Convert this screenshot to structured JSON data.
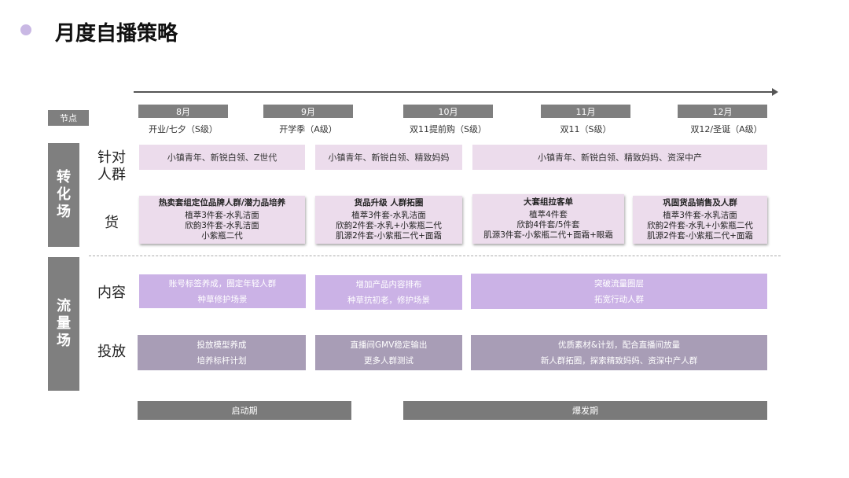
{
  "title": "月度自播策略",
  "timeline": {
    "node_label": "节点",
    "months": [
      {
        "month": "8月",
        "period": "开业/七夕（S级）"
      },
      {
        "month": "9月",
        "period": "开学季（A级）"
      },
      {
        "month": "10月",
        "period": "双11提前购（S级）"
      },
      {
        "month": "11月",
        "period": "双11（S级）"
      },
      {
        "month": "12月",
        "period": "双12/圣诞（A级）"
      }
    ]
  },
  "conversion": {
    "label": "转化场",
    "crowd_label": "针对人群",
    "goods_label": "货",
    "crowd": [
      "小镇青年、新锐白领、Z世代",
      "小镇青年、新锐白领、精致妈妈",
      "小镇青年、新锐白领、精致妈妈、资深中产"
    ],
    "goods": [
      {
        "title": "热卖套组定位品牌人群/潜力品培养",
        "lines": [
          "植萃3件套-水乳洁面",
          "欣韵3件套-水乳洁面",
          "小紫瓶二代"
        ]
      },
      {
        "title": "货品升级 人群拓圈",
        "lines": [
          "植萃3件套-水乳洁面",
          "欣韵2件套-水乳+小紫瓶二代",
          "肌源2件套-小紫瓶二代+面霜"
        ]
      },
      {
        "title": "大套组拉客单",
        "lines": [
          "植萃4件套",
          "欣韵4件套/5件套",
          "肌源3件套-小紫瓶二代+面霜+眼霜"
        ]
      },
      {
        "title": "巩固货品销售及人群",
        "lines": [
          "植萃3件套-水乳洁面",
          "欣韵2件套-水乳+小紫瓶二代",
          "肌源2件套-小紫瓶二代+面霜"
        ]
      }
    ]
  },
  "traffic": {
    "label": "流量场",
    "content_label": "内容",
    "ads_label": "投放",
    "content": [
      [
        "账号标签养成，圈定年轻人群",
        "种草修护场景"
      ],
      [
        "增加产品内容排布",
        "种草抗初老，修护场景"
      ],
      [
        "突破流量圈层",
        "拓宽行动人群"
      ]
    ],
    "ads": [
      [
        "投放模型养成",
        "培养标杆计划"
      ],
      [
        "直播间GMV稳定输出",
        "更多人群测试"
      ],
      [
        "优质素材&计划，配合直播间放量",
        "新人群拓圈，探索精致妈妈、资深中产人群"
      ]
    ]
  },
  "phases": [
    "启动期",
    "爆发期"
  ]
}
